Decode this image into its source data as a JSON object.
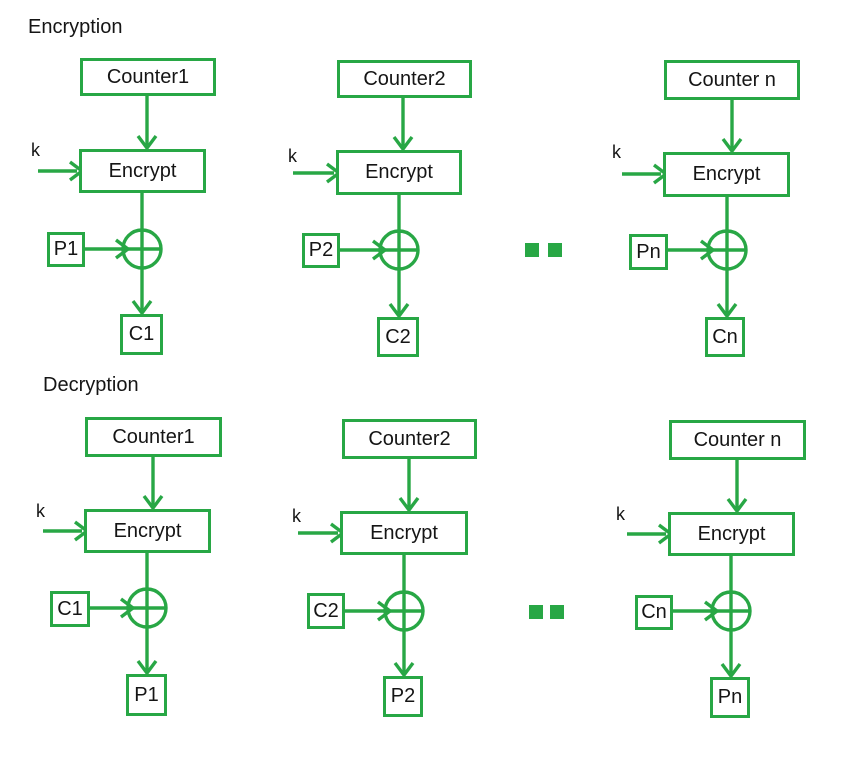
{
  "colors": {
    "accent": "#28a745",
    "text": "#151515"
  },
  "sections": [
    {
      "title": "Encryption",
      "columns": [
        {
          "counter": "Counter1",
          "cipher": "Encrypt",
          "key": "k",
          "input": "P1",
          "output": "C1"
        },
        {
          "counter": "Counter2",
          "cipher": "Encrypt",
          "key": "k",
          "input": "P2",
          "output": "C2"
        },
        {
          "counter": "Counter n",
          "cipher": "Encrypt",
          "key": "k",
          "input": "Pn",
          "output": "Cn"
        }
      ]
    },
    {
      "title": "Decryption",
      "columns": [
        {
          "counter": "Counter1",
          "cipher": "Encrypt",
          "key": "k",
          "input": "C1",
          "output": "P1"
        },
        {
          "counter": "Counter2",
          "cipher": "Encrypt",
          "key": "k",
          "input": "C2",
          "output": "P2"
        },
        {
          "counter": "Counter n",
          "cipher": "Encrypt",
          "key": "k",
          "input": "Cn",
          "output": "Pn"
        }
      ]
    }
  ]
}
